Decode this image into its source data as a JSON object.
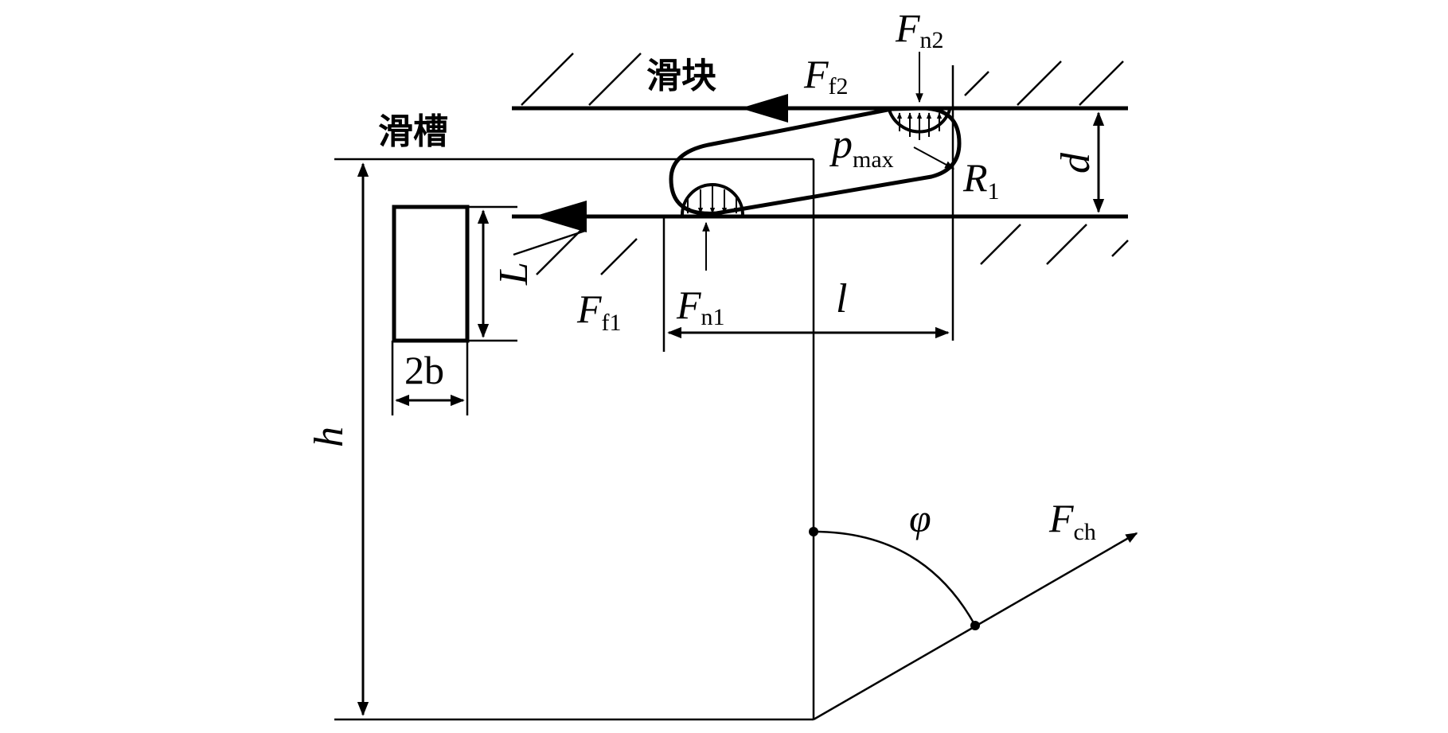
{
  "diagram": {
    "type": "mechanical force diagram",
    "labels": {
      "slider": "滑块",
      "slot": "滑槽",
      "ff2_main": "F",
      "ff2_sub": "f2",
      "fn2_main": "F",
      "fn2_sub": "n2",
      "ff1_main": "F",
      "ff1_sub": "f1",
      "fn1_main": "F",
      "fn1_sub": "n1",
      "pmax_main": "p",
      "pmax_sub": "max",
      "r1_main": "R",
      "r1_sub": "1",
      "d": "d",
      "l": "l",
      "L": "L",
      "two_b": "2b",
      "h": "h",
      "phi": "φ",
      "fch_main": "F",
      "fch_sub": "ch"
    },
    "colors": {
      "stroke": "#000000",
      "background": "#ffffff"
    }
  }
}
